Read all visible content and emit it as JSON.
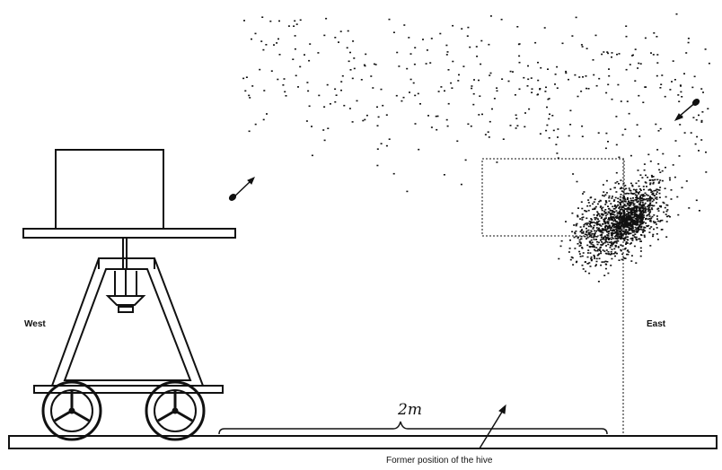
{
  "labels": {
    "west": "West",
    "east": "East",
    "scale": "2m",
    "hive_caption": "Former position of the hive"
  },
  "colors": {
    "ink": "#111111",
    "background": "#ffffff"
  },
  "icons": {
    "bee_left": "bee-arrow-icon",
    "bee_right": "bee-arrow-icon",
    "wheel": "spoked-wheel-icon"
  }
}
